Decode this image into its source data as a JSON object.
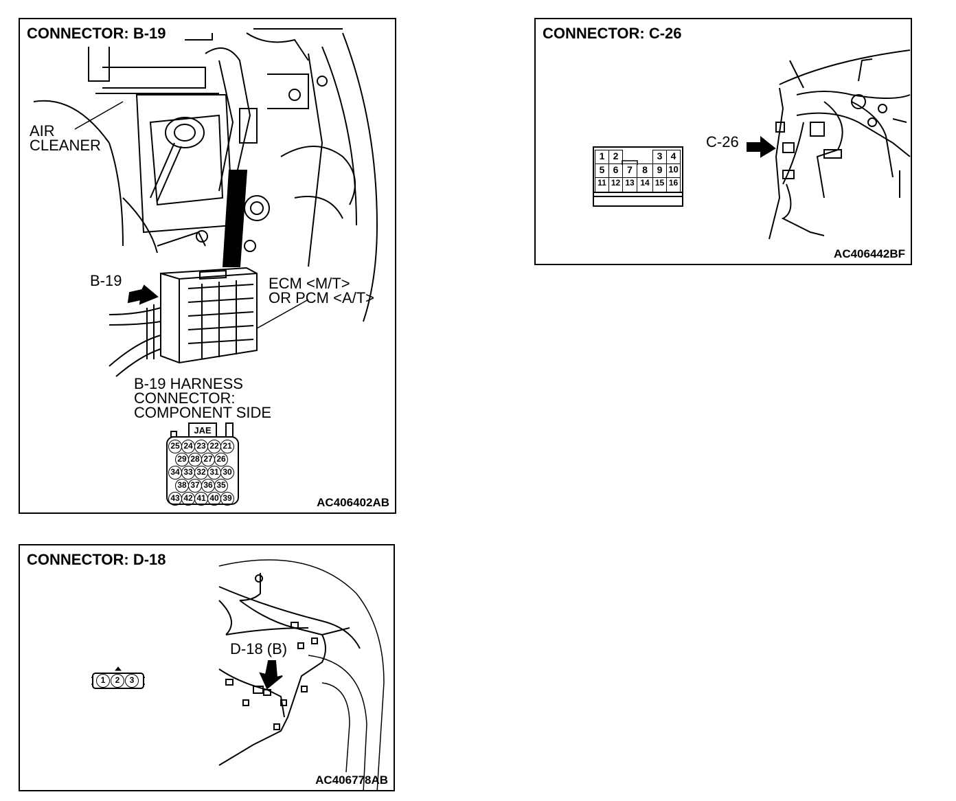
{
  "panels": {
    "b19": {
      "title": "CONNECTOR: B-19",
      "code": "AC406402AB",
      "air_cleaner": "AIR\nCLEANER",
      "connector_label": "B-19",
      "ecm_label": "ECM <M/T>\nOR PCM <A/T>",
      "harness_label": "B-19 HARNESS\nCONNECTOR:\nCOMPONENT SIDE",
      "maker": "JAE",
      "pin_rows": [
        [
          "25",
          "24",
          "23",
          "22",
          "21"
        ],
        [
          "29",
          "28",
          "27",
          "26"
        ],
        [
          "34",
          "33",
          "32",
          "31",
          "30"
        ],
        [
          "38",
          "37",
          "36",
          "35"
        ],
        [
          "43",
          "42",
          "41",
          "40",
          "39"
        ]
      ]
    },
    "c26": {
      "title": "CONNECTOR: C-26",
      "code": "AC406442BF",
      "connector_label": "C-26",
      "pin_rows": [
        [
          "1",
          "2",
          "",
          "",
          "3",
          "4"
        ],
        [
          "5",
          "6",
          "7",
          "8",
          "9",
          "10"
        ],
        [
          "11",
          "12",
          "13",
          "14",
          "15",
          "16"
        ]
      ]
    },
    "d18": {
      "title": "CONNECTOR: D-18",
      "code": "AC406778AB",
      "connector_label": "D-18 (B)",
      "pins": [
        "1",
        "2",
        "3"
      ]
    }
  }
}
